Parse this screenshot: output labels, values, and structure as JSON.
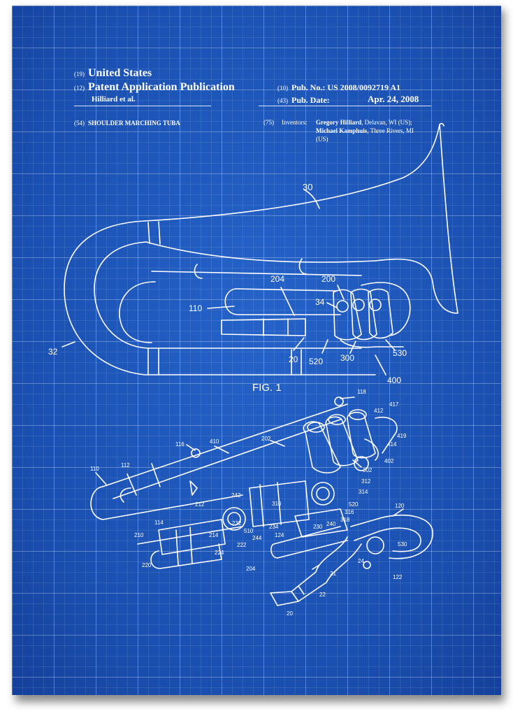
{
  "header": {
    "country_code": "(19)",
    "country": "United States",
    "pub_type_code": "(12)",
    "pub_type": "Patent Application Publication",
    "applicant": "Hilliard et al.",
    "pub_no_code": "(10)",
    "pub_no_label": "Pub. No.:",
    "pub_no": "US 2008/0092719 A1",
    "pub_date_code": "(43)",
    "pub_date_label": "Pub. Date:",
    "pub_date": "Apr. 24, 2008",
    "title_code": "(54)",
    "title": "SHOULDER MARCHING TUBA",
    "inventors_code": "(75)",
    "inventors_label": "Inventors:",
    "inventor1_name": "Gregory Hilliard",
    "inventor1_loc": ", Delavan, WI (US);",
    "inventor2_name": "Michael Kamphuis",
    "inventor2_loc": ", Three Rivers, MI",
    "inventor2_country": "(US)"
  },
  "figure1": {
    "caption": "FIG. 1",
    "labels": [
      "30",
      "204",
      "200",
      "110",
      "34",
      "32",
      "20",
      "520",
      "300",
      "530",
      "400"
    ]
  },
  "figure2": {
    "labels": [
      "118",
      "417",
      "412",
      "419",
      "116",
      "410",
      "202",
      "414",
      "402",
      "110",
      "112",
      "302",
      "312",
      "314",
      "242",
      "212",
      "310",
      "520",
      "316",
      "318",
      "120",
      "114",
      "232",
      "510",
      "234",
      "230",
      "240",
      "210",
      "214",
      "244",
      "124",
      "222",
      "530",
      "224",
      "220",
      "204",
      "24",
      "21",
      "122",
      "22",
      "20"
    ]
  },
  "colors": {
    "blueprint_blue": "#1d56b8",
    "line_white": "#ffffff"
  }
}
